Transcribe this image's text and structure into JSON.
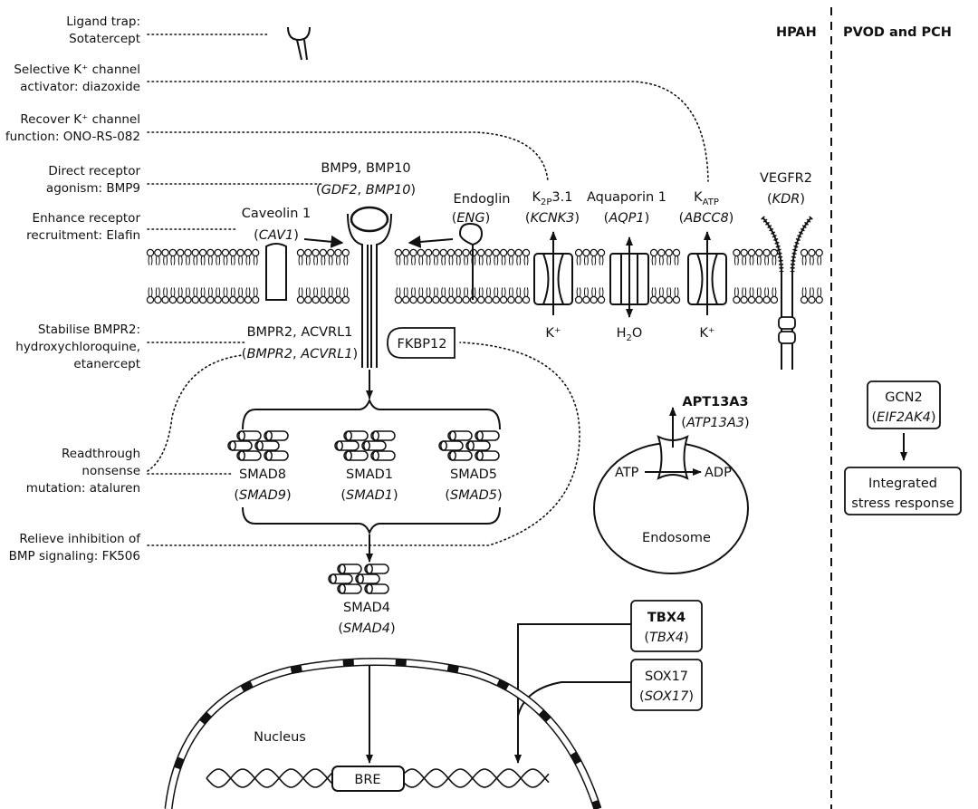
{
  "header": {
    "hpah": "HPAH",
    "pvod": "PVOD and PCH"
  },
  "therapies": [
    {
      "l1": "Ligand trap:",
      "l2": "Sotatercept"
    },
    {
      "l1": "Selective K⁺ channel",
      "l2": "activator: diazoxide"
    },
    {
      "l1": "Recover K⁺ channel",
      "l2": "function: ONO-RS-082"
    },
    {
      "l1": "Direct receptor",
      "l2": "agonism: BMP9"
    },
    {
      "l1": "Enhance receptor",
      "l2": "recruitment: Elafin"
    },
    {
      "l1": "Stabilise BMPR2:",
      "l2": "hydroxychloroquine,",
      "l3": "etanercept"
    },
    {
      "l1": "Readthrough",
      "l2": "nonsense",
      "l3": "mutation: ataluren"
    },
    {
      "l1": "Relieve inhibition of",
      "l2": "BMP signaling: FK506"
    }
  ],
  "proteins": {
    "bmp": {
      "name": "BMP9, BMP10",
      "gene_a": "GDF2",
      "sep": ", ",
      "gene_b": "BMP10"
    },
    "caveolin": {
      "name": "Caveolin 1",
      "gene": "CAV1"
    },
    "endoglin": {
      "name": "Endoglin",
      "gene": "ENG"
    },
    "k2p": {
      "name_pre": "K",
      "name_sub": "2P",
      "name_post": "3.1",
      "gene": "KCNK3"
    },
    "aquaporin": {
      "name": "Aquaporin 1",
      "gene": "AQP1"
    },
    "katp": {
      "name_pre": "K",
      "name_sub": "ATP",
      "gene": "ABCC8"
    },
    "vegfr2": {
      "name": "VEGFR2",
      "gene": "KDR"
    },
    "bmpr2": {
      "name": "BMPR2, ACVRL1",
      "gene_a": "BMPR2",
      "sep": ", ",
      "gene_b": "ACVRL1"
    },
    "fkbp12": {
      "name": "FKBP12"
    },
    "k_ion": "K⁺",
    "water": {
      "pre": "H",
      "sub": "2",
      "post": "O"
    },
    "smad8": {
      "name": "SMAD8",
      "gene": "SMAD9"
    },
    "smad1": {
      "name": "SMAD1",
      "gene": "SMAD1"
    },
    "smad5": {
      "name": "SMAD5",
      "gene": "SMAD5"
    },
    "smad4": {
      "name": "SMAD4",
      "gene": "SMAD4"
    },
    "atp13a3": {
      "name": "APT13A3",
      "gene": "ATP13A3",
      "atp": "ATP",
      "adp": "ADP",
      "endosome": "Endosome"
    },
    "tbx4": {
      "name": "TBX4",
      "gene": "TBX4"
    },
    "sox17": {
      "name": "SOX17",
      "gene": "SOX17"
    },
    "nucleus": "Nucleus",
    "bre": "BRE",
    "gcn2": {
      "name": "GCN2",
      "gene": "EIF2AK4"
    },
    "isr": {
      "l1": "Integrated",
      "l2": "stress response"
    }
  }
}
